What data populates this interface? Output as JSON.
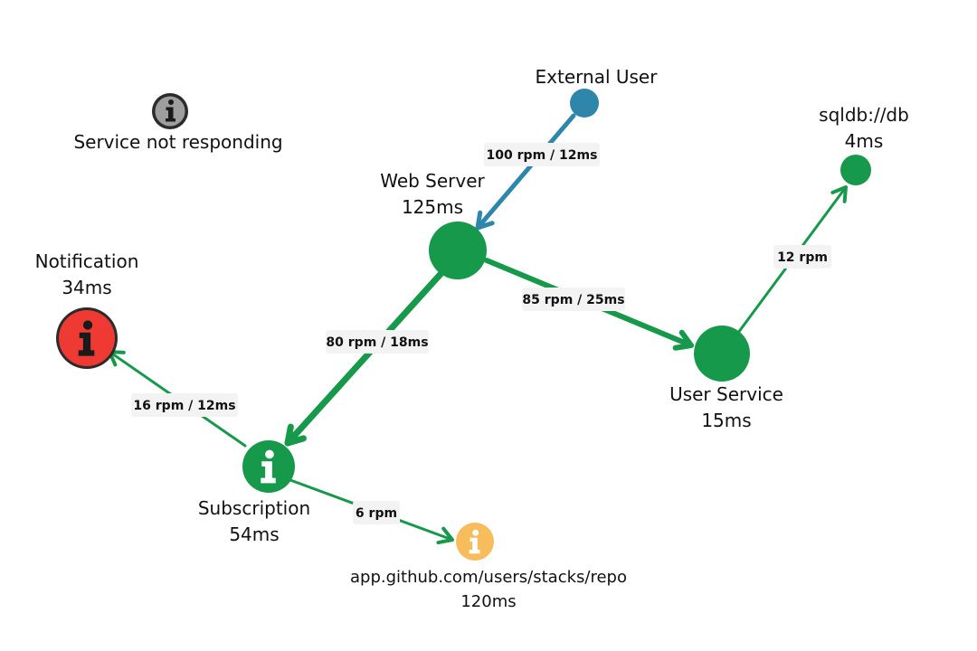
{
  "legend": {
    "icon": "info-icon",
    "label": "Service not responding",
    "color": "#9E9E9E"
  },
  "nodes": [
    {
      "id": "external-user",
      "label": "External User",
      "latency": "",
      "color": "#2E86AB",
      "icon": ""
    },
    {
      "id": "web-server",
      "label": "Web Server",
      "latency": "125ms",
      "color": "#16994A",
      "icon": ""
    },
    {
      "id": "user-service",
      "label": "User Service",
      "latency": "15ms",
      "color": "#16994A",
      "icon": ""
    },
    {
      "id": "sqldb",
      "label": "sqldb://db",
      "latency": "4ms",
      "color": "#16994A",
      "icon": ""
    },
    {
      "id": "notification",
      "label": "Notification",
      "latency": "34ms",
      "color": "#EF3A33",
      "icon": "info-icon"
    },
    {
      "id": "subscription",
      "label": "Subscription",
      "latency": "54ms",
      "color": "#16994A",
      "icon": "info-icon"
    },
    {
      "id": "github-repo",
      "label": "app.github.com/users/stacks/repo",
      "latency": "120ms",
      "color": "#F7BD5C",
      "icon": "info-icon"
    }
  ],
  "edges": [
    {
      "from": "external-user",
      "to": "web-server",
      "label": "100 rpm / 12ms",
      "color": "#2E86AB"
    },
    {
      "from": "web-server",
      "to": "user-service",
      "label": "85 rpm / 25ms",
      "color": "#16994A"
    },
    {
      "from": "user-service",
      "to": "sqldb",
      "label": "12 rpm",
      "color": "#16994A"
    },
    {
      "from": "web-server",
      "to": "subscription",
      "label": "80 rpm / 18ms",
      "color": "#16994A"
    },
    {
      "from": "subscription",
      "to": "notification",
      "label": "16 rpm / 12ms",
      "color": "#16994A"
    },
    {
      "from": "subscription",
      "to": "github-repo",
      "label": "6 rpm",
      "color": "#16994A"
    }
  ]
}
